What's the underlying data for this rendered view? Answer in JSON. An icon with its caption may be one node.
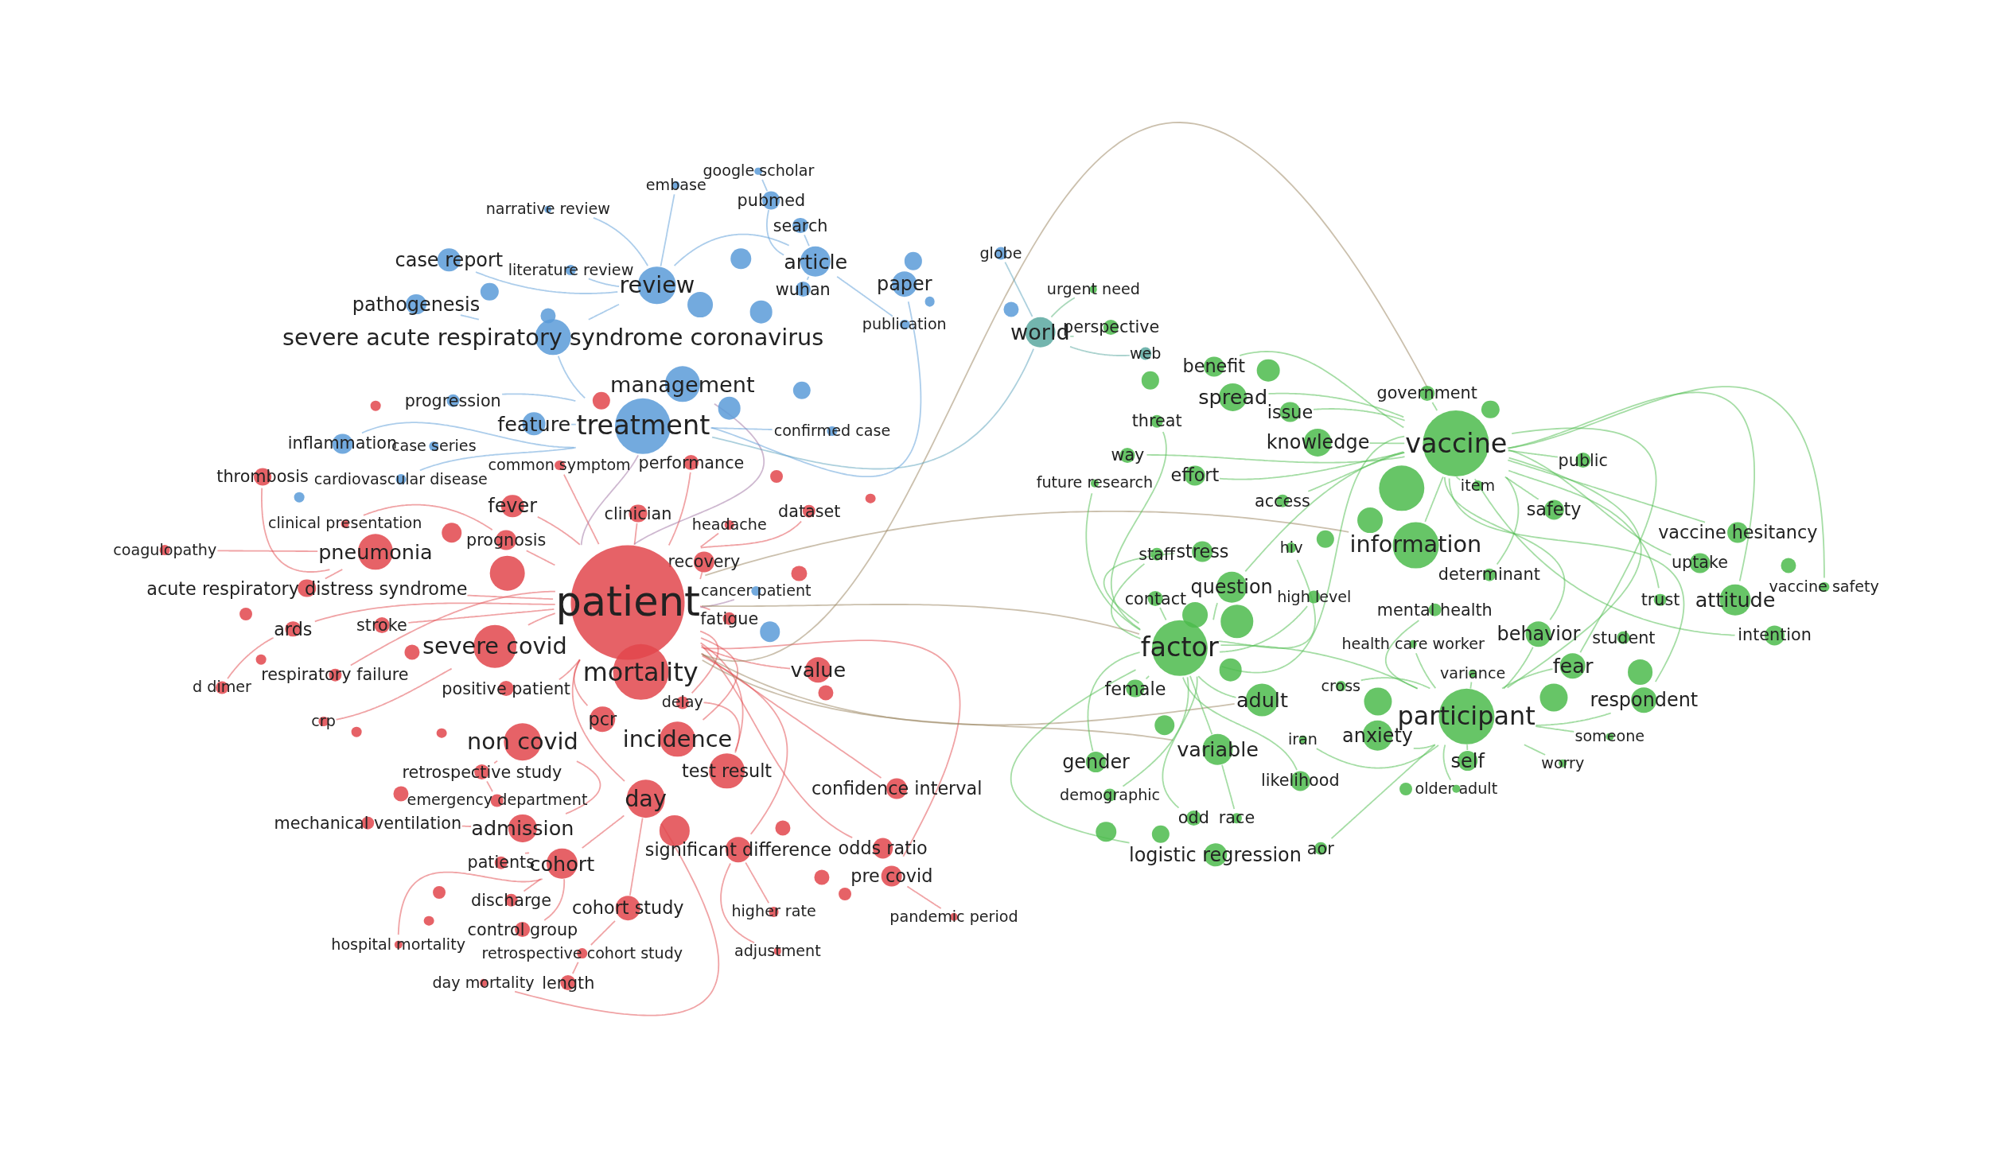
{
  "diagram": {
    "nodes": [
      {
        "text": [
          "google scholar"
        ]
      },
      {
        "text": [
          "embase"
        ]
      },
      {
        "text": [
          "narrative review"
        ]
      },
      {
        "text": [
          "pubmed"
        ]
      },
      {
        "text": [
          "search"
        ]
      },
      {
        "text": [
          "case report"
        ]
      },
      {
        "text": [
          "literature review"
        ]
      },
      {
        "text": [
          "article"
        ]
      },
      {
        "text": [
          "globe"
        ]
      },
      {
        "text": [
          "paper"
        ]
      },
      {
        "text": [
          "review"
        ]
      },
      {
        "text": [
          "wuhan"
        ]
      },
      {
        "text": [
          "urgent need"
        ]
      },
      {
        "text": [
          "pathogenesis"
        ]
      },
      {
        "text": [
          "publication"
        ]
      },
      {
        "text": [
          "severe acute respiratory syndrome coronavirus"
        ]
      },
      {
        "text": [
          "world"
        ]
      },
      {
        "text": [
          "perspective"
        ]
      },
      {
        "text": [
          "web"
        ]
      },
      {
        "text": [
          "management"
        ]
      },
      {
        "text": [
          "benefit"
        ]
      },
      {
        "text": [
          "spread"
        ]
      },
      {
        "text": [
          "government"
        ]
      },
      {
        "text": [
          "progression"
        ]
      },
      {
        "text": [
          "issue"
        ]
      },
      {
        "text": [
          "treatment"
        ]
      },
      {
        "text": [
          "feature"
        ]
      },
      {
        "text": [
          "threat"
        ]
      },
      {
        "text": [
          "confirmed case"
        ]
      },
      {
        "text": [
          "vaccine"
        ]
      },
      {
        "text": [
          "knowledge"
        ]
      },
      {
        "text": [
          "inflammation"
        ]
      },
      {
        "text": [
          "case series"
        ]
      },
      {
        "text": [
          "way"
        ]
      },
      {
        "text": [
          "public"
        ]
      },
      {
        "text": [
          "common symptom"
        ]
      },
      {
        "text": [
          "performance"
        ]
      },
      {
        "text": [
          "thrombosis"
        ]
      },
      {
        "text": [
          "cardiovascular disease"
        ]
      },
      {
        "text": [
          "future research"
        ]
      },
      {
        "text": [
          "effort"
        ]
      },
      {
        "text": [
          "item"
        ]
      },
      {
        "text": [
          "access"
        ]
      },
      {
        "text": [
          "fever"
        ]
      },
      {
        "text": [
          "clinician"
        ]
      },
      {
        "text": [
          "dataset"
        ]
      },
      {
        "text": [
          "safety"
        ]
      },
      {
        "text": [
          "clinical presentation"
        ]
      },
      {
        "text": [
          "headache"
        ]
      },
      {
        "text": [
          "vaccine hesitancy"
        ]
      },
      {
        "text": [
          "prognosis"
        ]
      },
      {
        "text": [
          "information"
        ]
      },
      {
        "text": [
          "coagulopathy"
        ]
      },
      {
        "text": [
          "pneumonia"
        ]
      },
      {
        "text": [
          "stress"
        ]
      },
      {
        "text": [
          "staff"
        ]
      },
      {
        "text": [
          "hiv"
        ]
      },
      {
        "text": [
          "recovery"
        ]
      },
      {
        "text": [
          "uptake"
        ]
      },
      {
        "text": [
          "determinant"
        ]
      },
      {
        "text": [
          "acute respiratory distress syndrome"
        ]
      },
      {
        "text": [
          "vaccine safety"
        ]
      },
      {
        "text": [
          "cancer patient"
        ]
      },
      {
        "text": [
          "question"
        ]
      },
      {
        "text": [
          "contact"
        ]
      },
      {
        "text": [
          "high level"
        ]
      },
      {
        "text": [
          "patient"
        ]
      },
      {
        "text": [
          "trust"
        ]
      },
      {
        "text": [
          "attitude"
        ]
      },
      {
        "text": [
          "mental health"
        ]
      },
      {
        "text": [
          "fatigue"
        ]
      },
      {
        "text": [
          "stroke"
        ]
      },
      {
        "text": [
          "ards"
        ]
      },
      {
        "text": [
          "behavior"
        ]
      },
      {
        "text": [
          "student"
        ]
      },
      {
        "text": [
          "intention"
        ]
      },
      {
        "text": [
          "health care worker"
        ]
      },
      {
        "text": [
          "severe covid"
        ]
      },
      {
        "text": [
          "factor"
        ]
      },
      {
        "text": [
          "value"
        ]
      },
      {
        "text": [
          "mortality"
        ]
      },
      {
        "text": [
          "fear"
        ]
      },
      {
        "text": [
          "respiratory failure"
        ]
      },
      {
        "text": [
          "variance"
        ]
      },
      {
        "text": [
          "d dimer"
        ]
      },
      {
        "text": [
          "positive patient"
        ]
      },
      {
        "text": [
          "cross"
        ]
      },
      {
        "text": [
          "female"
        ]
      },
      {
        "text": [
          "adult"
        ]
      },
      {
        "text": [
          "delay"
        ]
      },
      {
        "text": [
          "respondent"
        ]
      },
      {
        "text": [
          "participant"
        ]
      },
      {
        "text": [
          "crp"
        ]
      },
      {
        "text": [
          "pcr"
        ]
      },
      {
        "text": [
          "anxiety"
        ]
      },
      {
        "text": [
          "non covid"
        ]
      },
      {
        "text": [
          "incidence"
        ]
      },
      {
        "text": [
          "iran"
        ]
      },
      {
        "text": [
          "someone"
        ]
      },
      {
        "text": [
          "variable"
        ]
      },
      {
        "text": [
          "self"
        ]
      },
      {
        "text": [
          "gender"
        ]
      },
      {
        "text": [
          "worry"
        ]
      },
      {
        "text": [
          "retrospective study"
        ]
      },
      {
        "text": [
          "test result"
        ]
      },
      {
        "text": [
          "likelihood"
        ]
      },
      {
        "text": [
          "older adult"
        ]
      },
      {
        "text": [
          "emergency department"
        ]
      },
      {
        "text": [
          "confidence interval"
        ]
      },
      {
        "text": [
          "demographic"
        ]
      },
      {
        "text": [
          "day"
        ]
      },
      {
        "text": [
          "mechanical ventilation"
        ]
      },
      {
        "text": [
          "admission"
        ]
      },
      {
        "text": [
          "odd"
        ]
      },
      {
        "text": [
          "race"
        ]
      },
      {
        "text": [
          "significant difference"
        ]
      },
      {
        "text": [
          "odds ratio"
        ]
      },
      {
        "text": [
          "aor"
        ]
      },
      {
        "text": [
          "logistic regression"
        ]
      },
      {
        "text": [
          "patients"
        ]
      },
      {
        "text": [
          "cohort"
        ]
      },
      {
        "text": [
          "pre covid"
        ]
      },
      {
        "text": [
          "discharge"
        ]
      },
      {
        "text": [
          "cohort study"
        ]
      },
      {
        "text": [
          "higher rate"
        ]
      },
      {
        "text": [
          "pandemic period"
        ]
      },
      {
        "text": [
          "control group"
        ]
      },
      {
        "text": [
          "hospital mortality"
        ]
      },
      {
        "text": [
          "retrospective cohort study"
        ]
      },
      {
        "text": [
          "adjustment"
        ]
      },
      {
        "text": [
          "day mortality"
        ]
      },
      {
        "text": [
          "length"
        ]
      },
      {
        "text": [],
        "shape": "circle"
      },
      {
        "text": [],
        "shape": "circle"
      },
      {
        "text": [],
        "shape": "circle"
      },
      {
        "text": [],
        "shape": "circle"
      },
      {
        "text": [],
        "shape": "circle"
      },
      {
        "text": [],
        "shape": "circle"
      },
      {
        "text": [],
        "shape": "circle"
      },
      {
        "text": [],
        "shape": "circle"
      },
      {
        "text": [],
        "shape": "circle"
      },
      {
        "text": [],
        "shape": "circle"
      },
      {
        "text": [],
        "shape": "circle"
      },
      {
        "text": [],
        "shape": "circle"
      },
      {
        "text": [],
        "shape": "circle"
      },
      {
        "text": [],
        "shape": "circle"
      },
      {
        "text": [],
        "shape": "circle"
      },
      {
        "text": [],
        "shape": "circle"
      },
      {
        "text": [],
        "shape": "circle"
      },
      {
        "text": [],
        "shape": "circle"
      },
      {
        "text": [],
        "shape": "circle"
      },
      {
        "text": [],
        "shape": "circle"
      },
      {
        "text": [],
        "shape": "circle"
      },
      {
        "text": [],
        "shape": "circle"
      },
      {
        "text": [],
        "shape": "circle"
      },
      {
        "text": [],
        "shape": "circle"
      },
      {
        "text": [],
        "shape": "circle"
      },
      {
        "text": [],
        "shape": "circle"
      },
      {
        "text": [],
        "shape": "circle"
      },
      {
        "text": [],
        "shape": "circle"
      },
      {
        "text": [],
        "shape": "circle"
      },
      {
        "text": [],
        "shape": "circle"
      },
      {
        "text": [],
        "shape": "circle"
      },
      {
        "text": [],
        "shape": "circle"
      },
      {
        "text": [],
        "shape": "circle"
      },
      {
        "text": [],
        "shape": "circle"
      },
      {
        "text": [],
        "shape": "circle"
      },
      {
        "text": [],
        "shape": "circle"
      },
      {
        "text": [],
        "shape": "circle"
      },
      {
        "text": [],
        "shape": "circle"
      },
      {
        "text": [],
        "shape": "circle"
      },
      {
        "text": [],
        "shape": "circle"
      },
      {
        "text": [],
        "shape": "circle"
      },
      {
        "text": [],
        "shape": "circle"
      },
      {
        "text": [],
        "shape": "circle"
      },
      {
        "text": [],
        "shape": "circle"
      },
      {
        "text": [],
        "shape": "circle"
      },
      {
        "text": [],
        "shape": "circle"
      },
      {
        "text": [],
        "shape": "circle"
      },
      {
        "text": [],
        "shape": "circle"
      },
      {
        "text": [],
        "shape": "circle"
      }
    ],
    "edges": [
      {
        "from": 66,
        "to": 77,
        "arrow": "none",
        "color": "#e2474c"
      },
      {
        "from": 53,
        "to": 60,
        "arrow": "none",
        "color": "#e2474c"
      },
      {
        "from": 66,
        "to": 43,
        "arrow": "none",
        "color": "#e2474c"
      },
      {
        "from": 66,
        "to": 57,
        "arrow": "none",
        "color": "#e2474c"
      },
      {
        "from": 66,
        "to": 96,
        "arrow": "none",
        "color": "#e2474c"
      },
      {
        "from": 66,
        "to": 110,
        "arrow": "none",
        "color": "#e2474c"
      },
      {
        "from": 66,
        "to": 104,
        "arrow": "none",
        "color": "#e2474c"
      },
      {
        "from": 66,
        "to": 93,
        "arrow": "none",
        "color": "#e2474c"
      },
      {
        "from": 95,
        "to": 103,
        "arrow": "none",
        "color": "#e2474c"
      },
      {
        "from": 66,
        "to": 79,
        "arrow": "none",
        "color": "#e2474c"
      },
      {
        "from": 66,
        "to": 70,
        "arrow": "none",
        "color": "#e2474c"
      },
      {
        "from": 66,
        "to": 89,
        "arrow": "none",
        "color": "#e2474c"
      },
      {
        "from": 66,
        "to": 36,
        "arrow": "none",
        "color": "#e2474c"
      },
      {
        "from": 66,
        "to": 44,
        "arrow": "none",
        "color": "#e2474c"
      },
      {
        "from": 66,
        "to": 48,
        "arrow": "none",
        "color": "#e2474c"
      },
      {
        "from": 66,
        "to": 45,
        "arrow": "none",
        "color": "#e2474c"
      },
      {
        "from": 66,
        "to": 62,
        "arrow": "none",
        "color": "#9e71a2"
      },
      {
        "from": 66,
        "to": 35,
        "arrow": "none",
        "color": "#e2474c"
      },
      {
        "from": 103,
        "to": 107,
        "arrow": "none",
        "color": "#e2474c"
      },
      {
        "from": 95,
        "to": 112,
        "arrow": "none",
        "color": "#e2474c"
      },
      {
        "from": 110,
        "to": 120,
        "arrow": "none",
        "color": "#e2474c"
      },
      {
        "from": 66,
        "to": 115,
        "arrow": "none",
        "color": "#e2474c"
      },
      {
        "from": 66,
        "to": 108,
        "arrow": "none",
        "color": "#e2474c"
      },
      {
        "from": 66,
        "to": 116,
        "arrow": "none",
        "color": "#e2474c"
      },
      {
        "from": 66,
        "to": 121,
        "arrow": "none",
        "color": "#e2474c"
      },
      {
        "from": 66,
        "to": 60,
        "arrow": "none",
        "color": "#e2474c"
      },
      {
        "from": 66,
        "to": 72,
        "arrow": "none",
        "color": "#e2474c"
      },
      {
        "from": 66,
        "to": 71,
        "arrow": "none",
        "color": "#e2474c"
      },
      {
        "from": 66,
        "to": 82,
        "arrow": "none",
        "color": "#e2474c"
      },
      {
        "from": 66,
        "to": 85,
        "arrow": "none",
        "color": "#e2474c"
      },
      {
        "from": 110,
        "to": 123,
        "arrow": "none",
        "color": "#e2474c"
      },
      {
        "from": 10,
        "to": 5,
        "arrow": "none",
        "color": "#5a9bd8"
      },
      {
        "from": 66,
        "to": 50,
        "arrow": "none",
        "color": "#e2474c"
      },
      {
        "from": 66,
        "to": 25,
        "arrow": "none",
        "color": "#9e71a2"
      },
      {
        "from": 66,
        "to": 19,
        "arrow": "none",
        "color": "#9e71a2"
      },
      {
        "from": 10,
        "to": 7,
        "arrow": "none",
        "color": "#5a9bd8"
      },
      {
        "from": 66,
        "to": 78,
        "arrow": "none",
        "color": "#97815c"
      },
      {
        "from": 7,
        "to": 3,
        "arrow": "none",
        "color": "#5a9bd8"
      },
      {
        "from": 66,
        "to": 51,
        "arrow": "none",
        "color": "#97815c"
      },
      {
        "from": 66,
        "to": 29,
        "arrow": "none",
        "color": "#97815c"
      },
      {
        "from": 66,
        "to": 88,
        "arrow": "none",
        "color": "#97815c"
      },
      {
        "from": 66,
        "to": 99,
        "arrow": "none",
        "color": "#97815c"
      },
      {
        "from": 7,
        "to": 4,
        "arrow": "none",
        "color": "#5a9bd8"
      },
      {
        "from": 7,
        "to": 11,
        "arrow": "none",
        "color": "#5a9bd8"
      },
      {
        "from": 25,
        "to": 15,
        "arrow": "none",
        "color": "#5a9bd8"
      },
      {
        "from": 25,
        "to": 26,
        "arrow": "none",
        "color": "#5a9bd8"
      },
      {
        "from": 15,
        "to": 13,
        "arrow": "none",
        "color": "#5a9bd8"
      },
      {
        "from": 15,
        "to": 10,
        "arrow": "none",
        "color": "#5a9bd8"
      },
      {
        "from": 25,
        "to": 28,
        "arrow": "none",
        "color": "#5a9bd8"
      },
      {
        "from": 25,
        "to": 23,
        "arrow": "none",
        "color": "#5a9bd8"
      },
      {
        "from": 25,
        "to": 31,
        "arrow": "none",
        "color": "#5a9bd8"
      },
      {
        "from": 25,
        "to": 38,
        "arrow": "none",
        "color": "#5a9bd8"
      },
      {
        "from": 25,
        "to": 16,
        "arrow": "none",
        "color": "#5aa2bc"
      },
      {
        "from": 25,
        "to": 9,
        "arrow": "none",
        "color": "#5a9bd8"
      },
      {
        "from": 29,
        "to": 51,
        "arrow": "none",
        "color": "#4cbb4c"
      },
      {
        "from": 29,
        "to": 30,
        "arrow": "none",
        "color": "#4cbb4c"
      },
      {
        "from": 29,
        "to": 22,
        "arrow": "none",
        "color": "#4cbb4c"
      },
      {
        "from": 29,
        "to": 46,
        "arrow": "none",
        "color": "#4cbb4c"
      },
      {
        "from": 29,
        "to": 49,
        "arrow": "none",
        "color": "#4cbb4c"
      },
      {
        "from": 29,
        "to": 34,
        "arrow": "none",
        "color": "#4cbb4c"
      },
      {
        "from": 29,
        "to": 41,
        "arrow": "none",
        "color": "#4cbb4c"
      },
      {
        "from": 29,
        "to": 68,
        "arrow": "none",
        "color": "#4cbb4c"
      },
      {
        "from": 29,
        "to": 58,
        "arrow": "none",
        "color": "#4cbb4c"
      },
      {
        "from": 29,
        "to": 91,
        "arrow": "none",
        "color": "#4cbb4c"
      },
      {
        "from": 29,
        "to": 78,
        "arrow": "none",
        "color": "#4cbb4c"
      },
      {
        "from": 29,
        "to": 63,
        "arrow": "none",
        "color": "#4cbb4c"
      },
      {
        "from": 29,
        "to": 24,
        "arrow": "none",
        "color": "#4cbb4c"
      },
      {
        "from": 29,
        "to": 21,
        "arrow": "none",
        "color": "#4cbb4c"
      },
      {
        "from": 29,
        "to": 20,
        "arrow": "none",
        "color": "#4cbb4c"
      },
      {
        "from": 29,
        "to": 73,
        "arrow": "none",
        "color": "#4cbb4c"
      },
      {
        "from": 29,
        "to": 81,
        "arrow": "none",
        "color": "#4cbb4c"
      },
      {
        "from": 29,
        "to": 75,
        "arrow": "none",
        "color": "#4cbb4c"
      },
      {
        "from": 29,
        "to": 90,
        "arrow": "none",
        "color": "#4cbb4c"
      },
      {
        "from": 29,
        "to": 61,
        "arrow": "none",
        "color": "#4cbb4c"
      },
      {
        "from": 29,
        "to": 67,
        "arrow": "none",
        "color": "#4cbb4c"
      },
      {
        "from": 29,
        "to": 59,
        "arrow": "none",
        "color": "#4cbb4c"
      },
      {
        "from": 78,
        "to": 91,
        "arrow": "none",
        "color": "#4cbb4c"
      },
      {
        "from": 78,
        "to": 88,
        "arrow": "none",
        "color": "#4cbb4c"
      },
      {
        "from": 78,
        "to": 99,
        "arrow": "none",
        "color": "#4cbb4c"
      },
      {
        "from": 78,
        "to": 101,
        "arrow": "none",
        "color": "#4cbb4c"
      },
      {
        "from": 78,
        "to": 87,
        "arrow": "none",
        "color": "#4cbb4c"
      },
      {
        "from": 78,
        "to": 63,
        "arrow": "none",
        "color": "#4cbb4c"
      },
      {
        "from": 78,
        "to": 54,
        "arrow": "none",
        "color": "#4cbb4c"
      },
      {
        "from": 78,
        "to": 118,
        "arrow": "none",
        "color": "#4cbb4c"
      },
      {
        "from": 78,
        "to": 113,
        "arrow": "none",
        "color": "#4cbb4c"
      },
      {
        "from": 78,
        "to": 109,
        "arrow": "none",
        "color": "#4cbb4c"
      },
      {
        "from": 78,
        "to": 105,
        "arrow": "none",
        "color": "#4cbb4c"
      },
      {
        "from": 78,
        "to": 55,
        "arrow": "none",
        "color": "#4cbb4c"
      },
      {
        "from": 78,
        "to": 64,
        "arrow": "none",
        "color": "#4cbb4c"
      },
      {
        "from": 91,
        "to": 94,
        "arrow": "none",
        "color": "#4cbb4c"
      },
      {
        "from": 91,
        "to": 100,
        "arrow": "none",
        "color": "#4cbb4c"
      },
      {
        "from": 91,
        "to": 81,
        "arrow": "none",
        "color": "#4cbb4c"
      },
      {
        "from": 91,
        "to": 90,
        "arrow": "none",
        "color": "#4cbb4c"
      },
      {
        "from": 91,
        "to": 73,
        "arrow": "none",
        "color": "#4cbb4c"
      },
      {
        "from": 91,
        "to": 83,
        "arrow": "none",
        "color": "#4cbb4c"
      },
      {
        "from": 91,
        "to": 86,
        "arrow": "none",
        "color": "#4cbb4c"
      },
      {
        "from": 91,
        "to": 76,
        "arrow": "none",
        "color": "#4cbb4c"
      },
      {
        "from": 91,
        "to": 69,
        "arrow": "none",
        "color": "#4cbb4c"
      },
      {
        "from": 91,
        "to": 106,
        "arrow": "none",
        "color": "#4cbb4c"
      },
      {
        "from": 91,
        "to": 98,
        "arrow": "none",
        "color": "#4cbb4c"
      },
      {
        "from": 91,
        "to": 102,
        "arrow": "none",
        "color": "#4cbb4c"
      },
      {
        "from": 91,
        "to": 97,
        "arrow": "none",
        "color": "#4cbb4c"
      },
      {
        "from": 91,
        "to": 117,
        "arrow": "none",
        "color": "#4cbb4c"
      },
      {
        "from": 10,
        "to": 2,
        "arrow": "none",
        "color": "#5a9bd8"
      },
      {
        "from": 10,
        "to": 6,
        "arrow": "none",
        "color": "#5a9bd8"
      },
      {
        "from": 10,
        "to": 1,
        "arrow": "none",
        "color": "#5a9bd8"
      },
      {
        "from": 3,
        "to": 0,
        "arrow": "none",
        "color": "#5a9bd8"
      },
      {
        "from": 7,
        "to": 14,
        "arrow": "none",
        "color": "#5a9bd8"
      },
      {
        "from": 16,
        "to": 17,
        "arrow": "none",
        "color": "#53b176"
      },
      {
        "from": 16,
        "to": 8,
        "arrow": "none",
        "color": "#5aa2bc"
      },
      {
        "from": 16,
        "to": 18,
        "arrow": "none",
        "color": "#5aa8a0"
      },
      {
        "from": 16,
        "to": 12,
        "arrow": "none",
        "color": "#53b176"
      },
      {
        "from": 78,
        "to": 39,
        "arrow": "none",
        "color": "#4cbb4c"
      },
      {
        "from": 40,
        "to": 29,
        "arrow": "none",
        "color": "#4cbb4c"
      },
      {
        "from": 33,
        "to": 29,
        "arrow": "none",
        "color": "#4cbb4c"
      },
      {
        "from": 27,
        "to": 78,
        "arrow": "none",
        "color": "#4cbb4c"
      },
      {
        "from": 42,
        "to": 29,
        "arrow": "none",
        "color": "#4cbb4c"
      },
      {
        "from": 56,
        "to": 78,
        "arrow": "none",
        "color": "#4cbb4c"
      },
      {
        "from": 65,
        "to": 78,
        "arrow": "none",
        "color": "#4cbb4c"
      },
      {
        "from": 114,
        "to": 99,
        "arrow": "none",
        "color": "#4cbb4c"
      },
      {
        "from": 53,
        "to": 52,
        "arrow": "none",
        "color": "#e2474c"
      },
      {
        "from": 53,
        "to": 37,
        "arrow": "none",
        "color": "#e2474c"
      },
      {
        "from": 72,
        "to": 84,
        "arrow": "none",
        "color": "#e2474c"
      },
      {
        "from": 77,
        "to": 92,
        "arrow": "none",
        "color": "#e2474c"
      },
      {
        "from": 128,
        "to": 131,
        "arrow": "none",
        "color": "#e2474c"
      },
      {
        "from": 110,
        "to": 130,
        "arrow": "none",
        "color": "#e2474c"
      },
      {
        "from": 123,
        "to": 128,
        "arrow": "none",
        "color": "#e2474c"
      },
      {
        "from": 120,
        "to": 119,
        "arrow": "none",
        "color": "#e2474c"
      },
      {
        "from": 120,
        "to": 126,
        "arrow": "none",
        "color": "#e2474c"
      },
      {
        "from": 120,
        "to": 122,
        "arrow": "none",
        "color": "#e2474c"
      },
      {
        "from": 120,
        "to": 127,
        "arrow": "none",
        "color": "#e2474c"
      },
      {
        "from": 112,
        "to": 111,
        "arrow": "none",
        "color": "#e2474c"
      },
      {
        "from": 115,
        "to": 124,
        "arrow": "none",
        "color": "#e2474c"
      },
      {
        "from": 115,
        "to": 129,
        "arrow": "none",
        "color": "#e2474c"
      },
      {
        "from": 121,
        "to": 125,
        "arrow": "none",
        "color": "#e2474c"
      },
      {
        "from": 104,
        "to": 89,
        "arrow": "none",
        "color": "#e2474c"
      },
      {
        "from": 50,
        "to": 47,
        "arrow": "none",
        "color": "#e2474c"
      }
    ]
  }
}
